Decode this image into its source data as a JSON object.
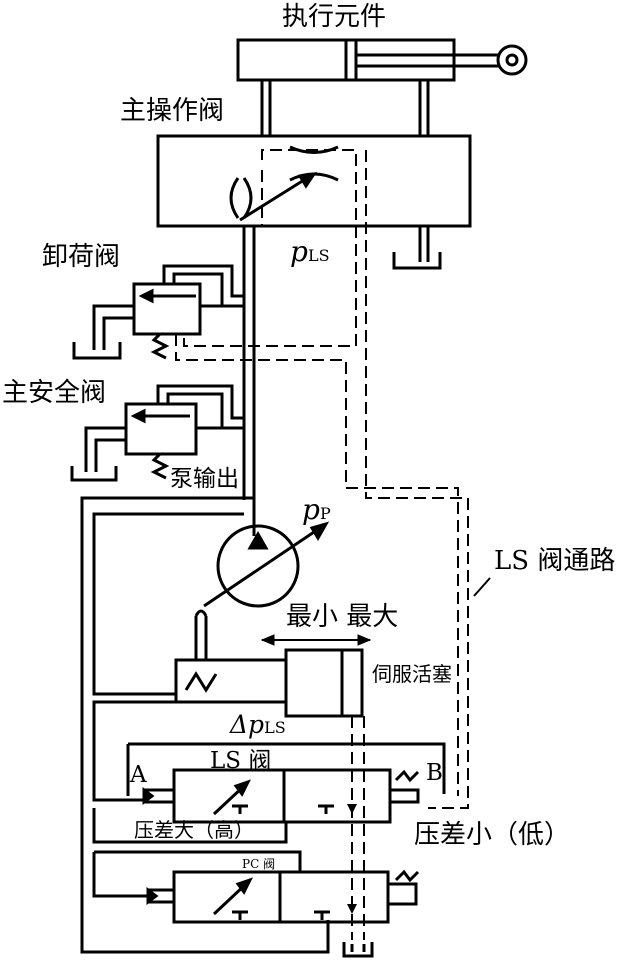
{
  "labels": {
    "actuator": "执行元件",
    "main_valve": "主操作阀",
    "unload_valve": "卸荷阀",
    "main_relief": "主安全阀",
    "pump_output": "泵输出",
    "p_ls_symbol": "p",
    "p_ls_sub": "LS",
    "p_p_symbol": "p",
    "p_p_sub": "P",
    "ls_path": "LS 阀通路",
    "min_max": "最小 最大",
    "servo_piston": "伺服活塞",
    "delta_symbol": "Δp",
    "delta_sub": "LS",
    "ls_valve": "LS 阀",
    "port_a": "A",
    "port_b": "B",
    "diff_large": "压差大（高）",
    "diff_small": "压差小（低）",
    "pc_valve": "PC 阀"
  },
  "colors": {
    "line": "#000000",
    "background": "#ffffff"
  }
}
